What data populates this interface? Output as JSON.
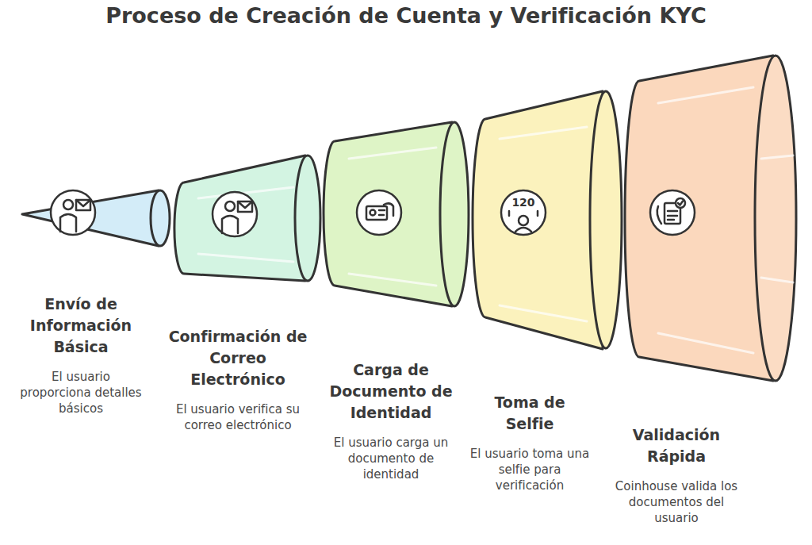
{
  "diagram": {
    "title": "Proceso de Creación de Cuenta y Verificación KYC",
    "nodes": [
      {
        "text": [
          "Envío de Información Básica",
          "El usuario proporciona detalles básicos"
        ]
      },
      {
        "text": [
          "Confirmación de Correo Electrónico",
          "El usuario verifica su correo electrónico"
        ]
      },
      {
        "text": [
          "Carga de Documento de Identidad",
          "El usuario carga un documento de identidad"
        ]
      },
      {
        "text": [
          "Toma de Selfie",
          "El usuario toma una selfie para verificación"
        ]
      },
      {
        "text": [
          "Validación Rápida",
          "Coinhouse valida los documentos del usuario"
        ]
      }
    ],
    "labels": [
      "120"
    ]
  }
}
